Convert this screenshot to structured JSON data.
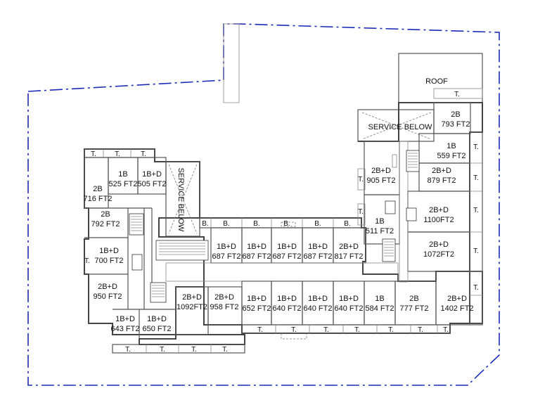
{
  "labels": {
    "roof": "ROOF",
    "service_below_right": "SERVICE BELOW",
    "service_below_left": "SERVICE BELOW",
    "terrace": "T.",
    "balcony": "B."
  },
  "units": [
    {
      "id": "u-2b-716",
      "type": "2B",
      "area": "716 FT2"
    },
    {
      "id": "u-1b-525",
      "type": "1B",
      "area": "525 FT2"
    },
    {
      "id": "u-1bd-505",
      "type": "1B+D",
      "area": "505 FT2"
    },
    {
      "id": "u-2b-792",
      "type": "2B",
      "area": "792 FT2"
    },
    {
      "id": "u-1bd-700",
      "type": "1B+D",
      "area": "700 FT2"
    },
    {
      "id": "u-2bd-950",
      "type": "2B+D",
      "area": "950 FT2"
    },
    {
      "id": "u-1bd-643",
      "type": "1B+D",
      "area": "643 FT2"
    },
    {
      "id": "u-1bd-650",
      "type": "1B+D",
      "area": "650 FT2"
    },
    {
      "id": "u-2bd-1092",
      "type": "2B+D",
      "area": "1092FT2"
    },
    {
      "id": "u-2bd-958",
      "type": "2B+D",
      "area": "958 FT2"
    },
    {
      "id": "u-1bd-652",
      "type": "1B+D",
      "area": "652 FT2"
    },
    {
      "id": "u-1bd-640a",
      "type": "1B+D",
      "area": "640 FT2"
    },
    {
      "id": "u-1bd-640b",
      "type": "1B+D",
      "area": "640 FT2"
    },
    {
      "id": "u-1bd-640c",
      "type": "1B+D",
      "area": "640 FT2"
    },
    {
      "id": "u-1b-584",
      "type": "1B",
      "area": "584 FT2"
    },
    {
      "id": "u-2b-777",
      "type": "2B",
      "area": "777 FT2"
    },
    {
      "id": "u-2bd-1402",
      "type": "2B+D",
      "area": "1402 FT2"
    },
    {
      "id": "u-1bd-687a",
      "type": "1B+D",
      "area": "687 FT2"
    },
    {
      "id": "u-1bd-687b",
      "type": "1B+D",
      "area": "687 FT2"
    },
    {
      "id": "u-1bd-687c",
      "type": "1B+D",
      "area": "687 FT2"
    },
    {
      "id": "u-1bd-687d",
      "type": "1B+D",
      "area": "687 FT2"
    },
    {
      "id": "u-2bd-817",
      "type": "2B+D",
      "area": "817 FT2"
    },
    {
      "id": "u-1b-511",
      "type": "1B",
      "area": "511 FT2"
    },
    {
      "id": "u-2bd-905",
      "type": "2B+D",
      "area": "905 FT2"
    },
    {
      "id": "u-2b-793",
      "type": "2B",
      "area": "793 FT2"
    },
    {
      "id": "u-1b-559",
      "type": "1B",
      "area": "559 FT2"
    },
    {
      "id": "u-2bd-879",
      "type": "2B+D",
      "area": "879 FT2"
    },
    {
      "id": "u-2bd-1100",
      "type": "2B+D",
      "area": "1100FT2"
    },
    {
      "id": "u-2bd-1072",
      "type": "2B+D",
      "area": "1072FT2"
    }
  ]
}
